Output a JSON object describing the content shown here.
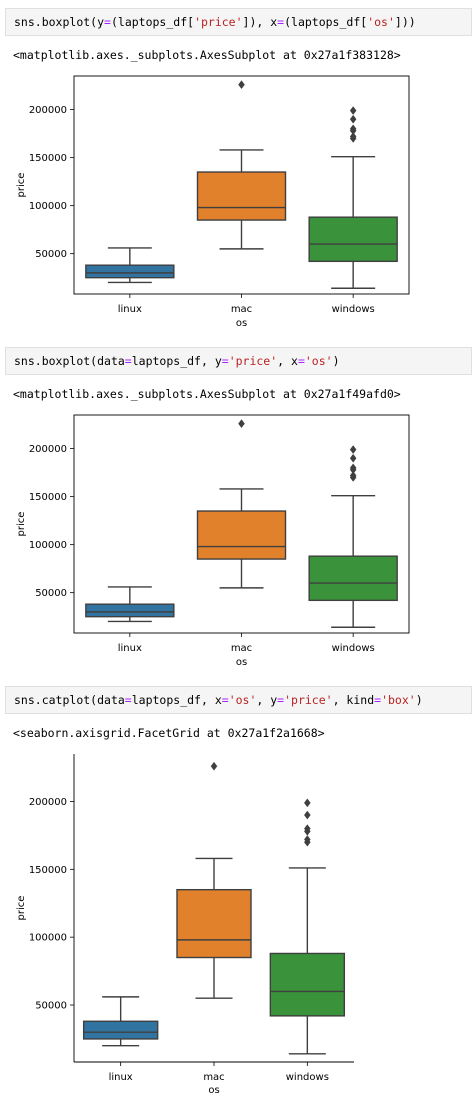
{
  "cells": [
    {
      "code_tokens": [
        {
          "t": "sns.",
          "c": "tok-fn"
        },
        {
          "t": "boxplot",
          "c": "tok-fn"
        },
        {
          "t": "(y",
          "c": "tok-p"
        },
        {
          "t": "=",
          "c": "tok-eq"
        },
        {
          "t": "(laptops_df[",
          "c": "tok-p"
        },
        {
          "t": "'price'",
          "c": "tok-str"
        },
        {
          "t": "]), x",
          "c": "tok-p"
        },
        {
          "t": "=",
          "c": "tok-eq"
        },
        {
          "t": "(laptops_df[",
          "c": "tok-p"
        },
        {
          "t": "'os'",
          "c": "tok-str"
        },
        {
          "t": "]))",
          "c": "tok-p"
        }
      ],
      "output": "<matplotlib.axes._subplots.AxesSubplot at 0x27a1f383128>"
    },
    {
      "code_tokens": [
        {
          "t": "sns.",
          "c": "tok-fn"
        },
        {
          "t": "boxplot",
          "c": "tok-fn"
        },
        {
          "t": "(data",
          "c": "tok-p"
        },
        {
          "t": "=",
          "c": "tok-eq"
        },
        {
          "t": "laptops_df, y",
          "c": "tok-p"
        },
        {
          "t": "=",
          "c": "tok-eq"
        },
        {
          "t": "'price'",
          "c": "tok-str"
        },
        {
          "t": ", x",
          "c": "tok-p"
        },
        {
          "t": "=",
          "c": "tok-eq"
        },
        {
          "t": "'os'",
          "c": "tok-str"
        },
        {
          "t": ")",
          "c": "tok-p"
        }
      ],
      "output": "<matplotlib.axes._subplots.AxesSubplot at 0x27a1f49afd0>"
    },
    {
      "code_tokens": [
        {
          "t": "sns.",
          "c": "tok-fn"
        },
        {
          "t": "catplot",
          "c": "tok-fn"
        },
        {
          "t": "(data",
          "c": "tok-p"
        },
        {
          "t": "=",
          "c": "tok-eq"
        },
        {
          "t": "laptops_df, x",
          "c": "tok-p"
        },
        {
          "t": "=",
          "c": "tok-eq"
        },
        {
          "t": "'os'",
          "c": "tok-str"
        },
        {
          "t": ", y",
          "c": "tok-p"
        },
        {
          "t": "=",
          "c": "tok-eq"
        },
        {
          "t": "'price'",
          "c": "tok-str"
        },
        {
          "t": ", kind",
          "c": "tok-p"
        },
        {
          "t": "=",
          "c": "tok-eq"
        },
        {
          "t": "'box'",
          "c": "tok-str"
        },
        {
          "t": ")",
          "c": "tok-p"
        }
      ],
      "output": "<seaborn.axisgrid.FacetGrid at 0x27a1f2a1668>"
    }
  ],
  "colors": {
    "linux": "#3274a1",
    "mac": "#e1812c",
    "windows": "#3a923a",
    "line": "#3f3f3f"
  },
  "chart_data": [
    {
      "type": "box",
      "categories": [
        "linux",
        "mac",
        "windows"
      ],
      "xlabel": "os",
      "ylabel": "price",
      "ylim": [
        8000,
        235000
      ],
      "yticks": [
        50000,
        100000,
        150000,
        200000
      ],
      "frame": "box",
      "boxes": [
        {
          "name": "linux",
          "whisker_low": 20000,
          "q1": 25000,
          "median": 30000,
          "q3": 38000,
          "whisker_high": 56000,
          "outliers": []
        },
        {
          "name": "mac",
          "whisker_low": 55000,
          "q1": 85000,
          "median": 98000,
          "q3": 135000,
          "whisker_high": 158000,
          "outliers": [
            226000
          ]
        },
        {
          "name": "windows",
          "whisker_low": 14000,
          "q1": 42000,
          "median": 60000,
          "q3": 88000,
          "whisker_high": 151000,
          "outliers": [
            170000,
            172000,
            178000,
            180000,
            190000,
            199000
          ]
        }
      ]
    },
    {
      "type": "box",
      "categories": [
        "linux",
        "mac",
        "windows"
      ],
      "xlabel": "os",
      "ylabel": "price",
      "ylim": [
        8000,
        235000
      ],
      "yticks": [
        50000,
        100000,
        150000,
        200000
      ],
      "frame": "box",
      "boxes": [
        {
          "name": "linux",
          "whisker_low": 20000,
          "q1": 25000,
          "median": 30000,
          "q3": 38000,
          "whisker_high": 56000,
          "outliers": []
        },
        {
          "name": "mac",
          "whisker_low": 55000,
          "q1": 85000,
          "median": 98000,
          "q3": 135000,
          "whisker_high": 158000,
          "outliers": [
            226000
          ]
        },
        {
          "name": "windows",
          "whisker_low": 14000,
          "q1": 42000,
          "median": 60000,
          "q3": 88000,
          "whisker_high": 151000,
          "outliers": [
            170000,
            172000,
            178000,
            180000,
            190000,
            199000
          ]
        }
      ]
    },
    {
      "type": "box",
      "categories": [
        "linux",
        "mac",
        "windows"
      ],
      "xlabel": "os",
      "ylabel": "price",
      "ylim": [
        8000,
        235000
      ],
      "yticks": [
        50000,
        100000,
        150000,
        200000
      ],
      "frame": "left-bottom",
      "boxes": [
        {
          "name": "linux",
          "whisker_low": 20000,
          "q1": 25000,
          "median": 30000,
          "q3": 38000,
          "whisker_high": 56000,
          "outliers": []
        },
        {
          "name": "mac",
          "whisker_low": 55000,
          "q1": 85000,
          "median": 98000,
          "q3": 135000,
          "whisker_high": 158000,
          "outliers": [
            226000
          ]
        },
        {
          "name": "windows",
          "whisker_low": 14000,
          "q1": 42000,
          "median": 60000,
          "q3": 88000,
          "whisker_high": 151000,
          "outliers": [
            170000,
            172000,
            178000,
            180000,
            190000,
            199000
          ]
        }
      ]
    }
  ]
}
